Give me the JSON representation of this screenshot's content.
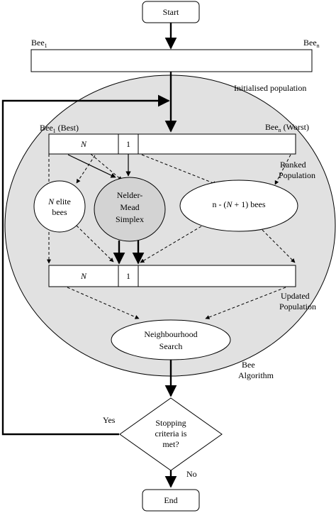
{
  "start": "Start",
  "end": "End",
  "bee1": "Bee",
  "bee1_sub": "1",
  "been": "Bee",
  "been_sub": "n",
  "initialised_population": "Initialised population",
  "best_label_prefix": "Bee",
  "best_label_sub": "1",
  "best_label_suffix": " (Best)",
  "worst_label_prefix": "Bee",
  "worst_label_sub": "n",
  "worst_label_suffix": " (Worst)",
  "ranked_population": [
    "Ranked",
    "Population"
  ],
  "rank_box_n": "N",
  "rank_box_one": "1",
  "elite_bees": {
    "n": "N",
    "line1": " elite",
    "line2": "bees"
  },
  "nelder_mead": [
    "Nelder-",
    "Mead",
    "Simplex"
  ],
  "rest_bees": {
    "prefix": "n - (",
    "n": "N",
    "suffix": " + 1) bees"
  },
  "updated_box_n": "N",
  "updated_box_one": "1",
  "updated_population": [
    "Updated",
    "Population"
  ],
  "neighbourhood_search": [
    "Neighbourhood",
    "Search"
  ],
  "bee_algorithm": [
    "Bee",
    "Algorithm"
  ],
  "stopping": [
    "Stopping",
    "criteria is",
    "met?"
  ],
  "yes": "Yes",
  "no": "No",
  "colors": {
    "region_fill": "#e1e1e1",
    "nelder_fill": "#d3d3d3",
    "stroke": "#000000"
  }
}
